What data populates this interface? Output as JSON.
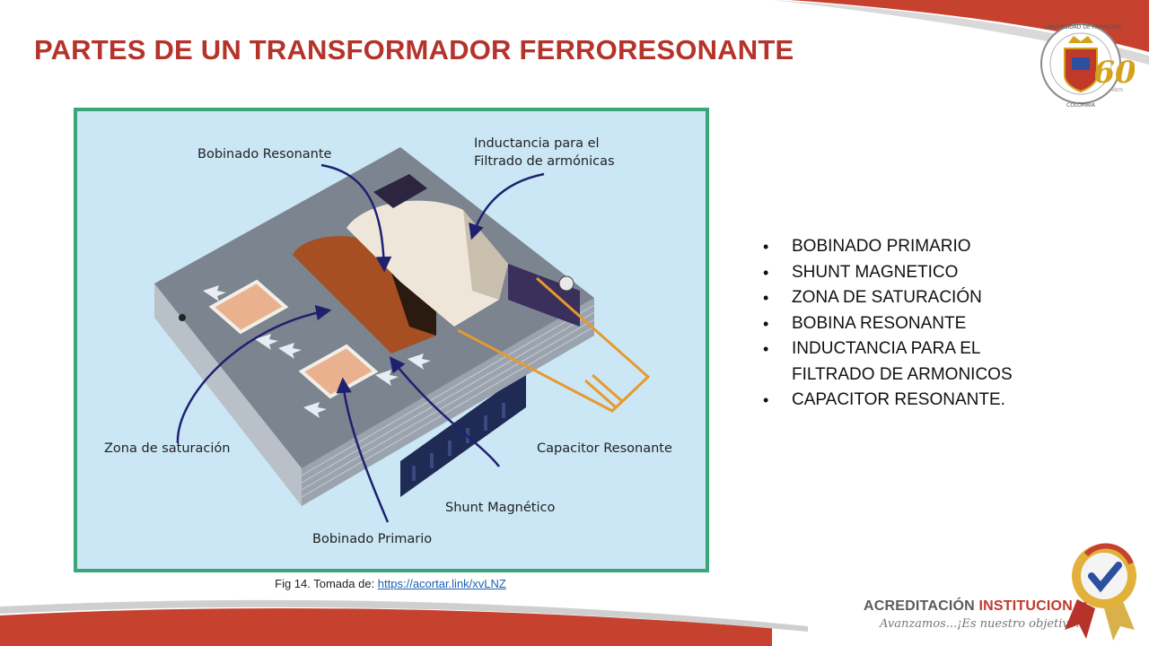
{
  "title": "PARTES DE UN TRANSFORMADOR FERRORESONANTE",
  "figure": {
    "labels": {
      "bobinado_resonante": "Bobinado Resonante",
      "inductancia_line1": "Inductancia para el",
      "inductancia_line2": "Filtrado de armónicas",
      "zona_saturacion": "Zona de saturación",
      "capacitor_resonante": "Capacitor Resonante",
      "shunt_magnetico": "Shunt Magnético",
      "bobinado_primario": "Bobinado Primario"
    }
  },
  "caption": {
    "prefix": "Fig 14. Tomada de: ",
    "link_text": "https://acortar.link/xvLNZ"
  },
  "bullets": [
    "BOBINADO PRIMARIO",
    "SHUNT MAGNETICO",
    "ZONA DE SATURACIÓN",
    "BOBINA RESONANTE",
    "INDUCTANCIA PARA EL FILTRADO DE ARMONICOS",
    "CAPACITOR RESONANTE."
  ],
  "footer": {
    "acred_part1": "ACREDITACIÓN ",
    "acred_part2": "INSTITUCIONAL",
    "acred_tagline": "Avanzamos...¡Es nuestro objetivo!"
  },
  "seal": {
    "ring_top": "UNIVERSIDAD DE PAMPLONA",
    "ring_bottom": "COLOMBIA",
    "anniversary": "60",
    "anniversary_sub": "AÑOS"
  },
  "colors": {
    "title_red": "#b5332a",
    "frame_green": "#3aa77a",
    "figure_bg": "#cbe7f5",
    "link_blue": "#1a5fb4"
  }
}
